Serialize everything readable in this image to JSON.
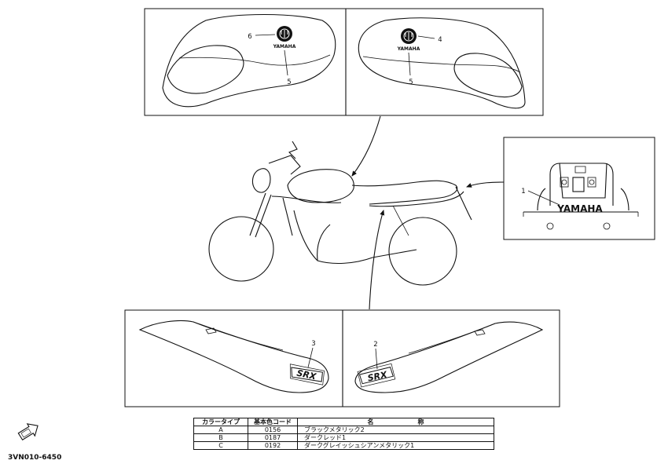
{
  "callouts": {
    "c1": "1",
    "c2": "2",
    "c3": "3",
    "c4": "4",
    "c5_left": "5",
    "c5_right": "5",
    "c6": "6"
  },
  "logos": {
    "yamaha_left": "YAMAHA",
    "yamaha_right": "YAMAHA",
    "yamaha_tail": "YAMAHA",
    "srx_left": "SRX",
    "srx_right": "SRX"
  },
  "color_table": {
    "headers": [
      "カラータイプ",
      "基本色コード",
      "名　　　　　　　称"
    ],
    "rows": [
      {
        "type": "A",
        "code": "0156",
        "name": "ブラックメタリック2"
      },
      {
        "type": "B",
        "code": "0187",
        "name": "ダークレッド1"
      },
      {
        "type": "C",
        "code": "0192",
        "name": "ダークグレイッシュシアンメタリック1"
      }
    ]
  },
  "part_code": "3VN010-6450"
}
